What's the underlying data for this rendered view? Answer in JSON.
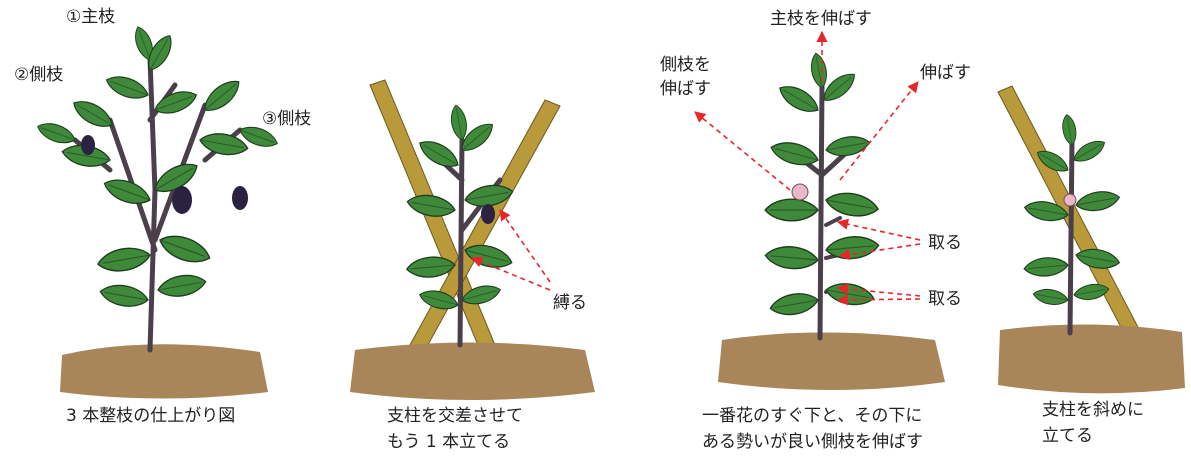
{
  "panel1": {
    "labels": {
      "main_branch": "①主枝",
      "side_branch_2": "②側枝",
      "side_branch_3": "③側枝"
    },
    "caption": "3 本整枝の仕上がり図"
  },
  "panel2": {
    "labels": {
      "tie": "縛る"
    },
    "caption_line1": "支柱を交差させて",
    "caption_line2": "もう 1 本立てる"
  },
  "panel3": {
    "labels": {
      "extend_main": "主枝を伸ばす",
      "extend_side_left_1": "側枝を",
      "extend_side_left_2": "伸ばす",
      "extend_right": "伸ばす",
      "remove_1": "取る",
      "remove_2": "取る"
    },
    "caption_line1": "一番花のすぐ下と、その下に",
    "caption_line2": "ある勢いが良い側枝を伸ばす"
  },
  "panel4": {
    "caption_line1": "支柱を斜めに",
    "caption_line2": "立てる"
  },
  "colors": {
    "arrow_red": "#e8262a",
    "leaf_green": "#3f8a3a",
    "leaf_dark": "#2f6b2c",
    "stem": "#4a3f4a",
    "soil": "#a8865a",
    "stake": "#b89a3a",
    "eggplant": "#2a2240"
  }
}
